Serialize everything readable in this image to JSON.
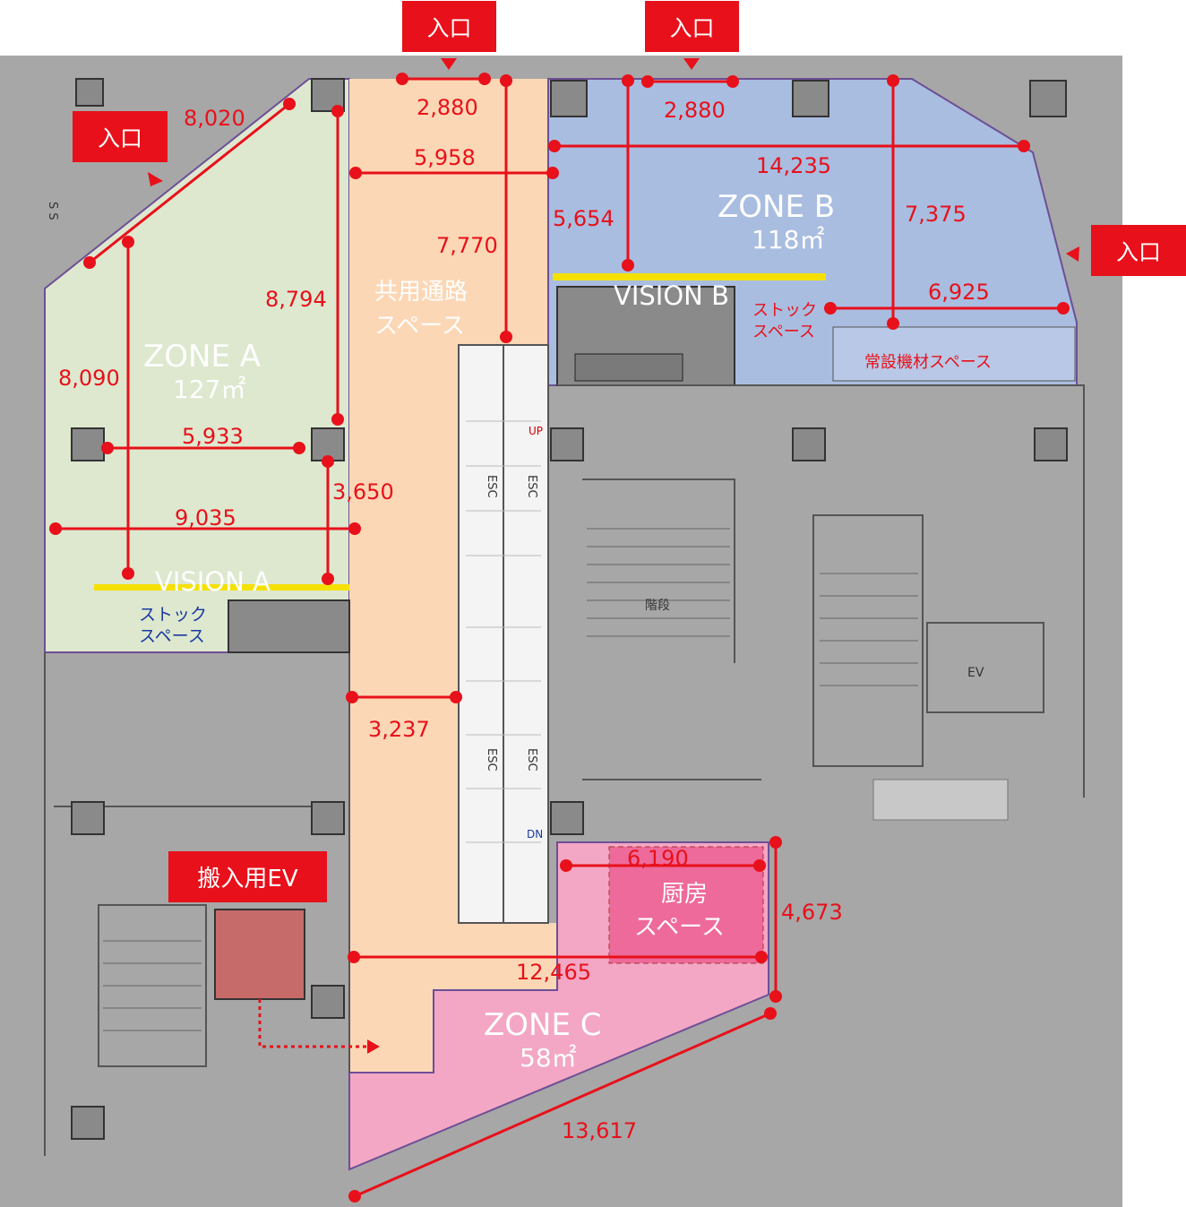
{
  "entrances": [
    {
      "id": "top-left-corridor",
      "label": "入口"
    },
    {
      "id": "top-zone-b",
      "label": "入口"
    },
    {
      "id": "upper-left-zone-a",
      "label": "入口"
    },
    {
      "id": "right-zone-b",
      "label": "入口"
    }
  ],
  "zones": {
    "zone_a": {
      "name": "ZONE A",
      "area": "127㎡",
      "vision_label": "VISION A",
      "stock_label_1": "ストック",
      "stock_label_2": "スペース",
      "color": "#dde8cf"
    },
    "zone_b": {
      "name": "ZONE B",
      "area": "118㎡",
      "vision_label": "VISION B",
      "stock_label_1": "ストック",
      "stock_label_2": "スペース",
      "equipment_label": "常設機材スペース",
      "color": "#a9bde0"
    },
    "zone_c": {
      "name": "ZONE C",
      "area": "58㎡",
      "kitchen_label_1": "厨房",
      "kitchen_label_2": "スペース",
      "color": "#f3a7c4"
    },
    "corridor": {
      "label_1": "共用通路",
      "label_2": "スペース",
      "color": "#fcd7b5"
    }
  },
  "loading_ev": {
    "label": "搬入用EV"
  },
  "dimensions": {
    "a_top": "8,020",
    "a_right_vertical": "8,794",
    "a_left_vertical": "8,090",
    "a_pillar": "5,933",
    "a_small_vertical": "3,650",
    "a_width": "9,035",
    "corridor_top": "2,880",
    "corridor_width_top": "5,958",
    "corridor_vertical": "7,770",
    "corridor_escalator": "3,237",
    "b_top": "2,880",
    "b_width": "14,235",
    "b_left_vertical": "5,654",
    "b_right_vertical": "7,375",
    "b_stock": "6,925",
    "c_kitchen": "6,190",
    "c_right_vertical": "4,673",
    "c_width": "12,465",
    "c_diagonal": "13,617"
  },
  "floor_plan_labels": {
    "escalator": "ESC",
    "up": "UP",
    "down": "DN",
    "elevator": "EV",
    "stairs": "階段",
    "ss": "S S"
  },
  "colors": {
    "accent_red": "#e8101a",
    "vision_wall": "#f5e100",
    "kitchen": "#ee6a9a"
  }
}
